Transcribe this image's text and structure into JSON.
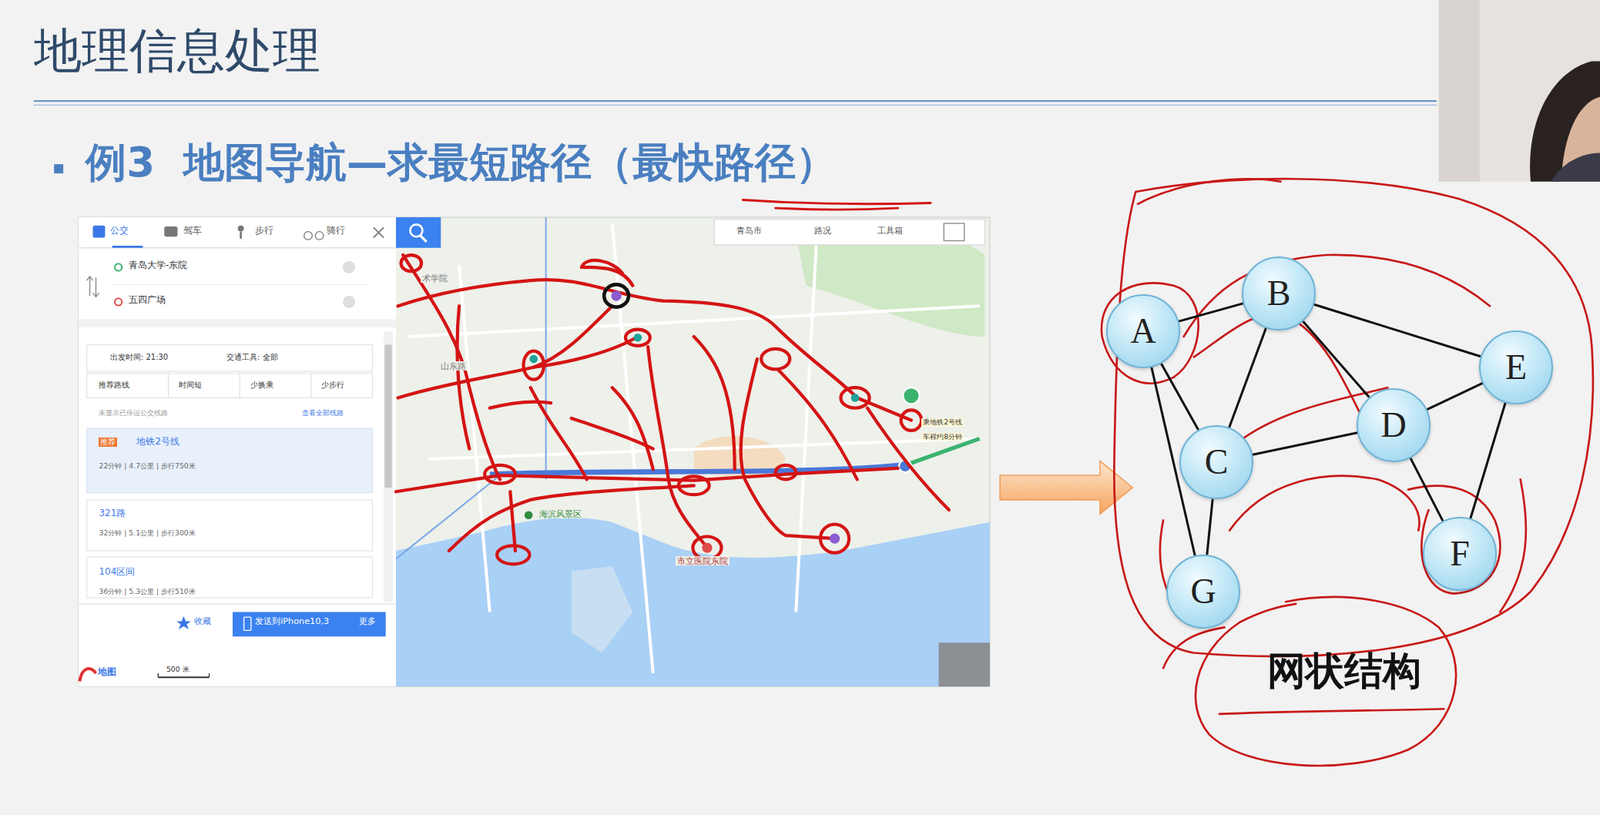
{
  "diagram": {
    "title": "地理信息处理",
    "nodes": [
      {
        "text": [
          "A"
        ]
      },
      {
        "text": [
          "B"
        ]
      },
      {
        "text": [
          "C"
        ]
      },
      {
        "text": [
          "D"
        ]
      },
      {
        "text": [
          "E"
        ]
      },
      {
        "text": [
          "F"
        ]
      },
      {
        "text": [
          "G"
        ]
      }
    ],
    "edges": [
      {
        "from": 0,
        "to": 1,
        "arrow": "none"
      },
      {
        "from": 0,
        "to": 2,
        "arrow": "none"
      },
      {
        "from": 0,
        "to": 6,
        "arrow": "none"
      },
      {
        "from": 1,
        "to": 2,
        "arrow": "none"
      },
      {
        "from": 1,
        "to": 3,
        "arrow": "none"
      },
      {
        "from": 1,
        "to": 4,
        "arrow": "none"
      },
      {
        "from": 2,
        "to": 3,
        "arrow": "none"
      },
      {
        "from": 2,
        "to": 6,
        "arrow": "none"
      },
      {
        "from": 3,
        "to": 4,
        "arrow": "none"
      },
      {
        "from": 3,
        "to": 5,
        "arrow": "none"
      },
      {
        "from": 4,
        "to": 5,
        "arrow": "none"
      }
    ],
    "labels": [
      "例3  地图导航—求最短路径（最快路径）",
      "公交",
      "驾车",
      "步行",
      "骑行",
      "青岛大学-东院",
      "五四广场",
      "出发时间: 21:30",
      "交通工具: 全部",
      "推荐路线",
      "时间短",
      "少换乘",
      "少步行",
      "未显示已停运公交线路",
      "查看全部线路",
      "推荐",
      "地铁2号线",
      "22分钟 | 4.7公里 | 步行750米",
      "321路",
      "32分钟 | 5.1公里 | 步行300米",
      "104区间",
      "36分钟 | 5.3公里 | 步行510米",
      "收藏",
      "发送到iPhone10,3",
      "更多",
      "地图",
      "500 米",
      "青岛市",
      "路况",
      "工具箱",
      "术学院",
      "山东路",
      "海滨风景区",
      "市立医院东院",
      "乘地铁2号线",
      "车程约8分钟",
      "网状结构"
    ]
  }
}
